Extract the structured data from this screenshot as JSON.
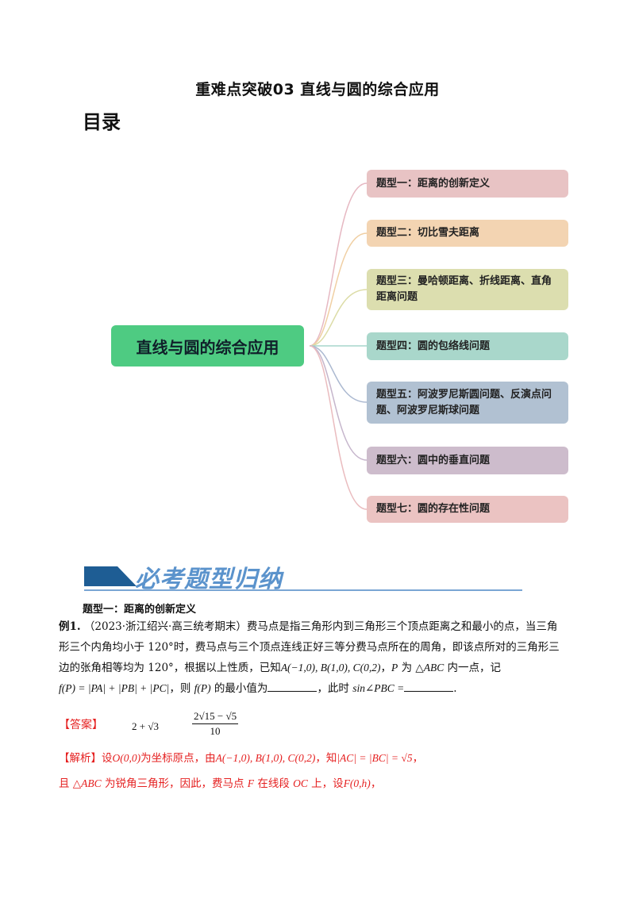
{
  "document": {
    "title": "重难点突破03  直线与圆的综合应用",
    "toc_heading": "目录"
  },
  "mindmap": {
    "root": {
      "label": "直线与圆的综合应用",
      "color": "#4ecb82"
    },
    "branches": [
      {
        "label": "题型一：距离的创新定义",
        "color": "#e8c3c4",
        "line": "#e6b8c2"
      },
      {
        "label": "题型二：切比雪夫距离",
        "color": "#f3d4b2",
        "line": "#f0cfa3"
      },
      {
        "label": "题型三：曼哈顿距离、折线距离、直角距离问题",
        "color": "#dcdeaf",
        "line": "#dcdca6"
      },
      {
        "label": "题型四：圆的包络线问题",
        "color": "#a9d7cb",
        "line": "#a6d6cc"
      },
      {
        "label": "题型五：阿波罗尼斯圆问题、反演点问题、阿波罗尼斯球问题",
        "color": "#b1c1d2",
        "line": "#aab8d0"
      },
      {
        "label": "题型六：圆中的垂直问题",
        "color": "#cdbccc",
        "line": "#c6b6cc"
      },
      {
        "label": "题型七：圆的存在性问题",
        "color": "#ebc3c2",
        "line": "#eabcbf"
      }
    ]
  },
  "section": {
    "banner_title": "必考题型归纳",
    "subheading": "题型一：距离的创新定义"
  },
  "example": {
    "label": "例1.",
    "source": "（2023·浙江绍兴·高三统考期末）",
    "line1": "费马点是指三角形内到三角形三个顶点距离之和最小的点，当三角",
    "line2": "形三个内角均小于 120°时，费马点与三个顶点连线正好三等分费马点所在的周角，即该点所对的三角形三",
    "line3_a": "边的张角相等均为 120°，根据以上性质，已知",
    "line3_math": "A(−1,0), B(1,0), C(0,2)",
    "line3_b": "，",
    "line3_p": "P",
    "line3_c": " 为 ",
    "line3_tri": "△ABC",
    "line3_d": " 内一点，记",
    "line4_f": "f(P) = |PA| + |PB| + |PC|",
    "line4_a": "，则 ",
    "line4_fp": "f(P)",
    "line4_b": " 的最小值为",
    "line4_c": "，此时 ",
    "line4_sin": "sin∠PBC =",
    "line4_end": "."
  },
  "answer": {
    "label": "【答案】",
    "value1": "2 + √3",
    "value2_num": "2√15 − √5",
    "value2_den": "10"
  },
  "analysis": {
    "label": "【解析】",
    "line1_a": "设",
    "line1_o": "O(0,0)",
    "line1_b": "为坐标原点，由",
    "line1_pts": "A(−1,0), B(1,0), C(0,2)",
    "line1_c": "，知",
    "line1_eq": "|AC| = |BC| = √5",
    "line1_d": "，",
    "line2_a": "且 ",
    "line2_tri": "△ABC",
    "line2_b": " 为锐角三角形，因此，费马点 ",
    "line2_f": "F",
    "line2_c": " 在线段 ",
    "line2_oc": "OC",
    "line2_d": " 上，设",
    "line2_fh": "F(0,h)",
    "line2_e": "，"
  }
}
